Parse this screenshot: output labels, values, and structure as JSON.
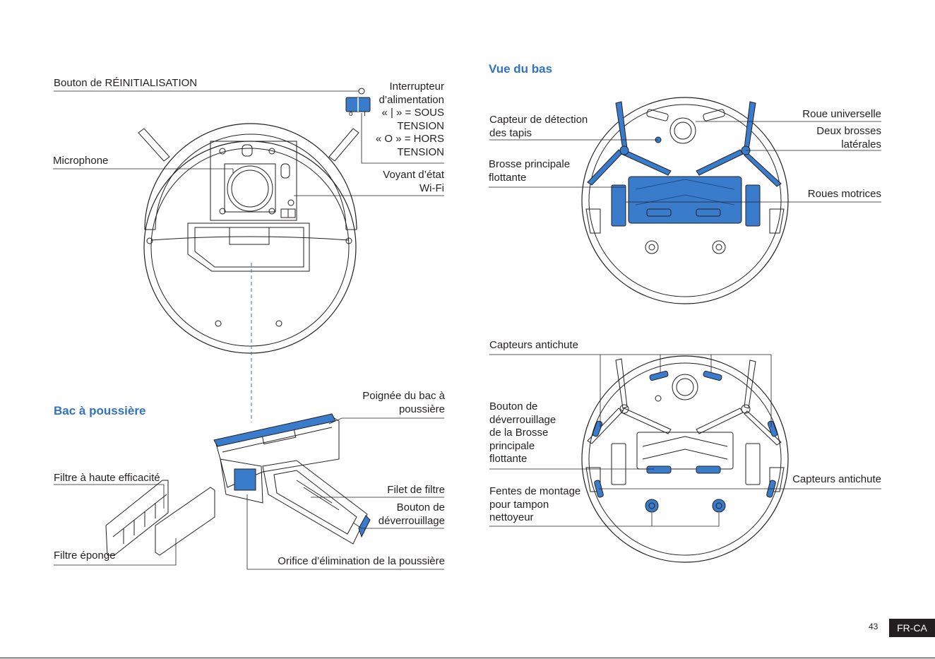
{
  "colors": {
    "accent": "#2f73c2",
    "line": "#231f20",
    "blue_part": "#3a7ccc"
  },
  "top_view": {
    "reset_button": "Bouton de RÉINITIALISATION",
    "power_switch": "Interrupteur\nd’alimentation\n« | » = SOUS\nTENSION\n« O » = HORS\nTENSION",
    "switch_off_symbol": "o",
    "switch_on_symbol": "ı",
    "microphone": "Microphone",
    "wifi_indicator": "Voyant d’état\nWi-Fi"
  },
  "dustbin": {
    "heading": "Bac à poussière",
    "handle": "Poignée du bac à\npoussière",
    "hepa_filter": "Filtre à haute efficacité",
    "filter_net": "Filet de filtre",
    "release_button": "Bouton de\ndéverrouillage",
    "sponge_filter": "Filtre éponge",
    "dust_outlet": "Orifice d’élimination de la poussière"
  },
  "bottom_view": {
    "heading": "Vue du bas",
    "carpet_sensor": "Capteur de détection\ndes tapis",
    "universal_wheel": "Roue universelle",
    "side_brushes": "Deux brosses\nlatérales",
    "main_brush": "Brosse principale\nflottante",
    "drive_wheels": "Roues motrices"
  },
  "bottom_view_2": {
    "cliff_sensors_top": "Capteurs antichute",
    "brush_release": "Bouton de\ndéverrouillage\nde la Brosse\nprincipale\nflottante",
    "cliff_sensors_right": "Capteurs antichute",
    "mop_slots": "Fentes de montage\npour tampon\nnettoyeur"
  },
  "footer": {
    "page_number": "43",
    "locale": "FR-CA"
  }
}
